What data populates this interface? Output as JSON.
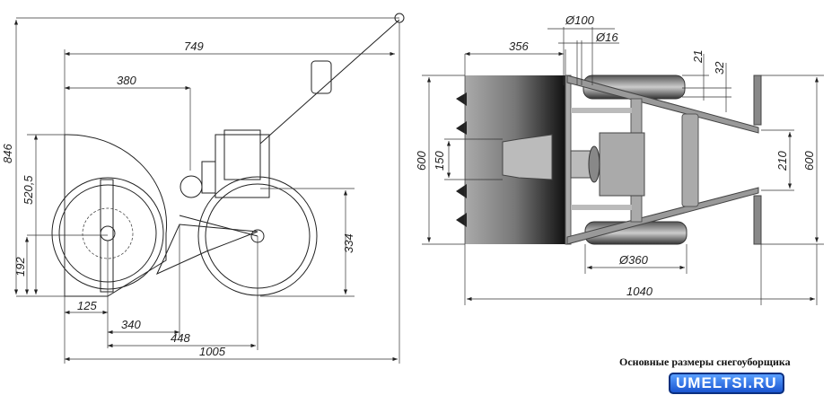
{
  "side_view": {
    "dimensions": {
      "overall_height": "846",
      "handle_length": "749",
      "engine_offset": "380",
      "housing_height": "520,5",
      "axis_height": "192",
      "wheel_axis_height": "334",
      "front_offset": "125",
      "auger_to_frame": "340",
      "auger_to_wheel": "448",
      "overall_length": "1005"
    }
  },
  "top_view": {
    "dimensions": {
      "pulley_diameter": "Ø100",
      "shaft_diameter": "Ø16",
      "auger_depth": "356",
      "dim_21": "21",
      "dim_32": "32",
      "auger_width": "600",
      "chute_width": "150",
      "frame_narrow": "210",
      "frame_width": "600",
      "wheel_diameter": "Ø360",
      "overall_length": "1040"
    }
  },
  "caption": "Основные размеры снегоуборщика",
  "watermark": "UMELTSI.RU"
}
